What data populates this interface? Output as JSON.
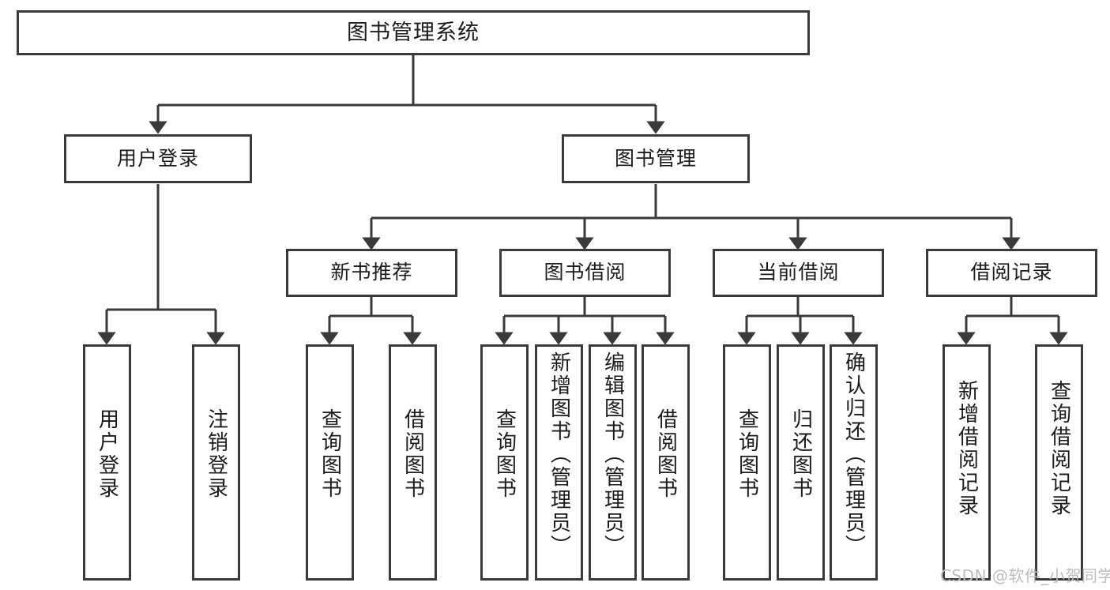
{
  "diagram": {
    "title": "图书管理系统",
    "type": "tree-hierarchy",
    "watermark": "CSDN @软件_小贺同学",
    "colors": {
      "box_border": "#3a3a3a",
      "box_fill": "#ffffff",
      "edge": "#3a3a3a",
      "text": "#1b1b1b",
      "watermark": "#bcbcbc"
    },
    "nodes": {
      "root": {
        "label": "图书管理系统"
      },
      "level2": [
        {
          "label": "用户登录"
        },
        {
          "label": "图书管理"
        }
      ],
      "level3": [
        {
          "label": "新书推荐"
        },
        {
          "label": "图书借阅"
        },
        {
          "label": "当前借阅"
        },
        {
          "label": "借阅记录"
        }
      ],
      "leaves": {
        "user_login": [
          {
            "label": "用户登录"
          },
          {
            "label": "注销登录"
          }
        ],
        "new_book_recommend": [
          {
            "label": "查询图书"
          },
          {
            "label": "借阅图书"
          }
        ],
        "book_borrow": [
          {
            "label": "查询图书"
          },
          {
            "label": "新增图书（管理员）"
          },
          {
            "label": "编辑图书（管理员）"
          },
          {
            "label": "借阅图书"
          }
        ],
        "current_borrow": [
          {
            "label": "查询图书"
          },
          {
            "label": "归还图书"
          },
          {
            "label": "确认归还（管理员）"
          }
        ],
        "borrow_record": [
          {
            "label": "新增借阅记录"
          },
          {
            "label": "查询借阅记录"
          }
        ]
      }
    }
  }
}
